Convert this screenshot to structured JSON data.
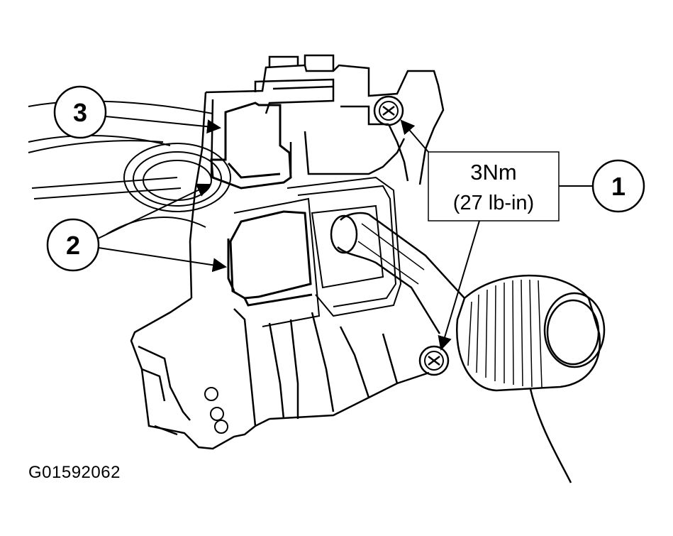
{
  "callouts": {
    "one": "1",
    "two": "2",
    "three": "3"
  },
  "torque_spec": {
    "metric": "3Nm",
    "imperial": "(27 lb-in)"
  },
  "figure_id": "G01592062",
  "colors": {
    "line": "#000000",
    "background": "#ffffff"
  }
}
